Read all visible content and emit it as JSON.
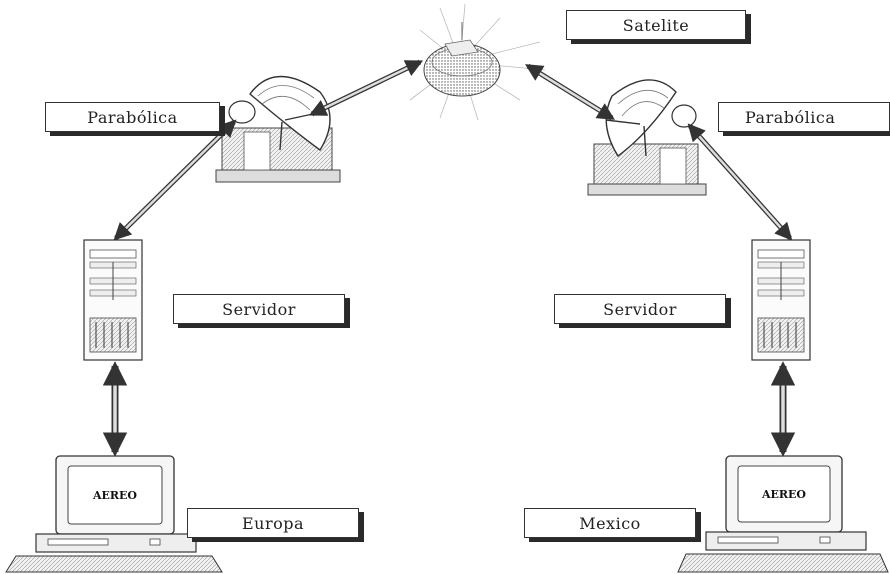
{
  "labels": {
    "satellite": "Satelite",
    "dish_left": "Parabólica",
    "dish_right": "Parabólica",
    "server_left": "Servidor",
    "server_right": "Servidor",
    "site_left": "Europa",
    "site_right": "Mexico"
  },
  "screens": {
    "left": "AEREO",
    "right": "AEREO"
  },
  "icons": {
    "satellite": "satellite-icon",
    "dish": "satellite-dish-icon",
    "server": "server-tower-icon",
    "workstation": "desktop-computer-icon"
  }
}
